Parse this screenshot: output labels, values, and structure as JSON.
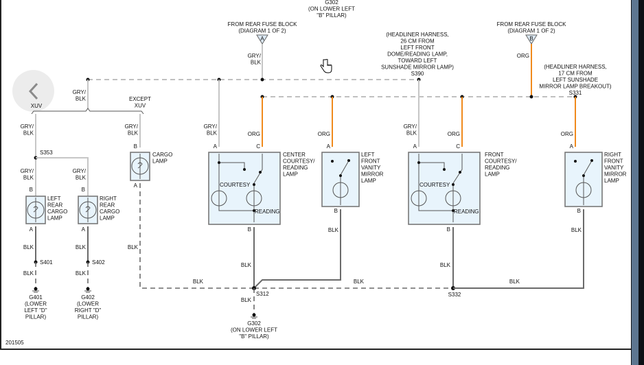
{
  "viewer": {
    "back_button_label": "back",
    "diagram_id": "201505"
  },
  "colors": {
    "gry_blk": "#c6c6c6",
    "org": "#f08a1c",
    "blk": "#6a6a6a",
    "component_fill": "#e8f4fc"
  },
  "labels": {
    "g302_top": [
      "G302",
      "(ON LOWER LEFT",
      "\"B\" PILLAR)"
    ],
    "fuse_a": [
      "FROM REAR FUSE BLOCK",
      "(DIAGRAM 1 OF 2)"
    ],
    "fuse_a_pin": "A",
    "fuse_b": [
      "FROM REAR FUSE BLOCK",
      "(DIAGRAM 1 OF 2)"
    ],
    "fuse_b_pin": "B",
    "s390": [
      "(HEADLINER HARNESS,",
      "26 CM FROM",
      "LEFT FRONT",
      "DOME/READING LAMP,",
      "TOWARD LEFT",
      "SUNSHADE MIRROR LAMP)",
      "S390"
    ],
    "s331": [
      "(HEADLINER HARNESS,",
      "17 CM FROM",
      "LEFT SUNSHADE",
      "MIRROR LAMP BREAKOUT)",
      "S331"
    ],
    "xuv": "XUV",
    "except_xuv": [
      "EXCEPT",
      "XUV"
    ],
    "s353": "S353",
    "s401": "S401",
    "s402": "S402",
    "s312": "S312",
    "s332": "S332",
    "g401": [
      "G401",
      "(LOWER",
      "LEFT \"D\"",
      "PILLAR)"
    ],
    "g402": [
      "G402",
      "(LOWER",
      "RIGHT \"D\"",
      "PILLAR)"
    ],
    "g302_bottom": [
      "G302",
      "(ON LOWER LEFT",
      "\"B\" PILLAR)"
    ],
    "courtesy": "COURTESY",
    "reading": "READING"
  },
  "wires": {
    "gry_blk": [
      "GRY/",
      "BLK"
    ],
    "org": "ORG",
    "blk": "BLK"
  },
  "components": {
    "left_rear_cargo": {
      "name": [
        "LEFT",
        "REAR",
        "CARGO",
        "LAMP"
      ],
      "pin_top": "B",
      "pin_bottom": "A"
    },
    "right_rear_cargo": {
      "name": [
        "RIGHT",
        "REAR",
        "CARGO",
        "LAMP"
      ],
      "pin_top": "B",
      "pin_bottom": "A"
    },
    "cargo": {
      "name": [
        "CARGO",
        "LAMP"
      ],
      "pin_top": "B",
      "pin_bottom": "A"
    },
    "center_courtesy": {
      "name": [
        "CENTER",
        "COURTESY/",
        "READING",
        "LAMP"
      ],
      "pin_a": "A",
      "pin_c": "C",
      "pin_b": "B"
    },
    "left_front_vanity": {
      "name": [
        "LEFT",
        "FRONT",
        "VANITY",
        "MIRROR",
        "LAMP"
      ],
      "pin_top": "A",
      "pin_bottom": "B"
    },
    "front_courtesy": {
      "name": [
        "FRONT",
        "COURTESY/",
        "READING",
        "LAMP"
      ],
      "pin_a": "A",
      "pin_c": "C",
      "pin_b": "B"
    },
    "right_front_vanity": {
      "name": [
        "RIGHT",
        "FRONT",
        "VANITY",
        "MIRROR",
        "LAMP"
      ],
      "pin_top": "A",
      "pin_bottom": "B"
    }
  }
}
